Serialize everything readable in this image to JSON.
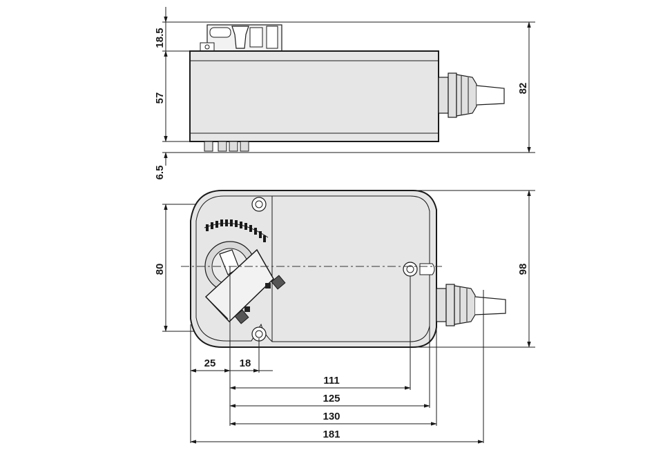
{
  "dimensions": {
    "side_top": "18.5",
    "side_body": "57",
    "side_total": "82",
    "side_bottom": "6.5",
    "front_inner": "80",
    "front_total": "98",
    "h_25": "25",
    "h_18": "18",
    "h_111": "111",
    "h_125": "125",
    "h_130": "130",
    "h_181": "181"
  }
}
